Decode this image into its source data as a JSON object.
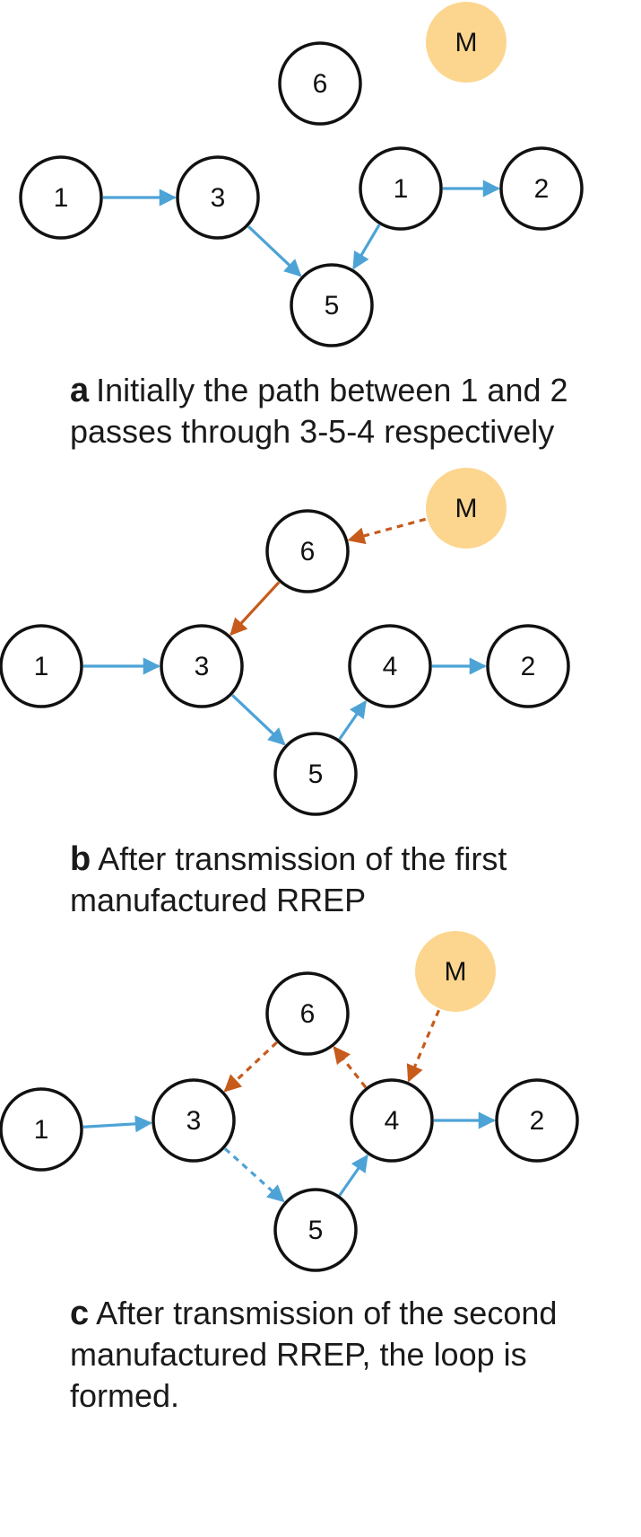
{
  "colors": {
    "normal_edge": "#4da3d6",
    "malicious_edge": "#c65b1c",
    "malicious_node_fill": "#fcd68f",
    "node_stroke": "#111111"
  },
  "panels": [
    {
      "letter": "a",
      "caption": "Initially the path between 1 and 2\npasses through 3-5-4 respectively",
      "nodes": [
        {
          "id": "a1",
          "label": "1"
        },
        {
          "id": "a3",
          "label": "3"
        },
        {
          "id": "a5",
          "label": "5"
        },
        {
          "id": "a6",
          "label": "6"
        },
        {
          "id": "a1b",
          "label": "1"
        },
        {
          "id": "a2",
          "label": "2"
        },
        {
          "id": "aM",
          "label": "M",
          "malicious": true
        }
      ],
      "edges": [
        {
          "from": "a1",
          "to": "a3",
          "style": "solid",
          "kind": "normal"
        },
        {
          "from": "a3",
          "to": "a5",
          "style": "solid",
          "kind": "normal"
        },
        {
          "from": "a1b",
          "to": "a5",
          "style": "solid",
          "kind": "normal"
        },
        {
          "from": "a1b",
          "to": "a2",
          "style": "solid",
          "kind": "normal"
        }
      ]
    },
    {
      "letter": "b",
      "caption": "After transmission of the first\nmanufactured RREP",
      "nodes": [
        {
          "id": "b1",
          "label": "1"
        },
        {
          "id": "b3",
          "label": "3"
        },
        {
          "id": "b5",
          "label": "5"
        },
        {
          "id": "b6",
          "label": "6"
        },
        {
          "id": "b4",
          "label": "4"
        },
        {
          "id": "b2",
          "label": "2"
        },
        {
          "id": "bM",
          "label": "M",
          "malicious": true
        }
      ],
      "edges": [
        {
          "from": "bM",
          "to": "b6",
          "style": "dashed",
          "kind": "malicious"
        },
        {
          "from": "b6",
          "to": "b3",
          "style": "solid",
          "kind": "malicious"
        },
        {
          "from": "b1",
          "to": "b3",
          "style": "solid",
          "kind": "normal"
        },
        {
          "from": "b3",
          "to": "b5",
          "style": "solid",
          "kind": "normal"
        },
        {
          "from": "b5",
          "to": "b4",
          "style": "solid",
          "kind": "normal"
        },
        {
          "from": "b4",
          "to": "b2",
          "style": "solid",
          "kind": "normal"
        }
      ]
    },
    {
      "letter": "c",
      "caption": "After transmission of the second\nmanufactured RREP, the loop is\nformed.",
      "nodes": [
        {
          "id": "c1",
          "label": "1"
        },
        {
          "id": "c3",
          "label": "3"
        },
        {
          "id": "c5",
          "label": "5"
        },
        {
          "id": "c6",
          "label": "6"
        },
        {
          "id": "c4",
          "label": "4"
        },
        {
          "id": "c2",
          "label": "2"
        },
        {
          "id": "cM",
          "label": "M",
          "malicious": true
        }
      ],
      "edges": [
        {
          "from": "cM",
          "to": "c4",
          "style": "dashed",
          "kind": "malicious"
        },
        {
          "from": "c4",
          "to": "c6",
          "style": "dashed",
          "kind": "malicious"
        },
        {
          "from": "c6",
          "to": "c3",
          "style": "dashed",
          "kind": "malicious"
        },
        {
          "from": "c1",
          "to": "c3",
          "style": "solid",
          "kind": "normal"
        },
        {
          "from": "c3",
          "to": "c5",
          "style": "dashed",
          "kind": "normal"
        },
        {
          "from": "c5",
          "to": "c4",
          "style": "solid",
          "kind": "normal"
        },
        {
          "from": "c4",
          "to": "c2",
          "style": "solid",
          "kind": "normal"
        }
      ]
    }
  ]
}
